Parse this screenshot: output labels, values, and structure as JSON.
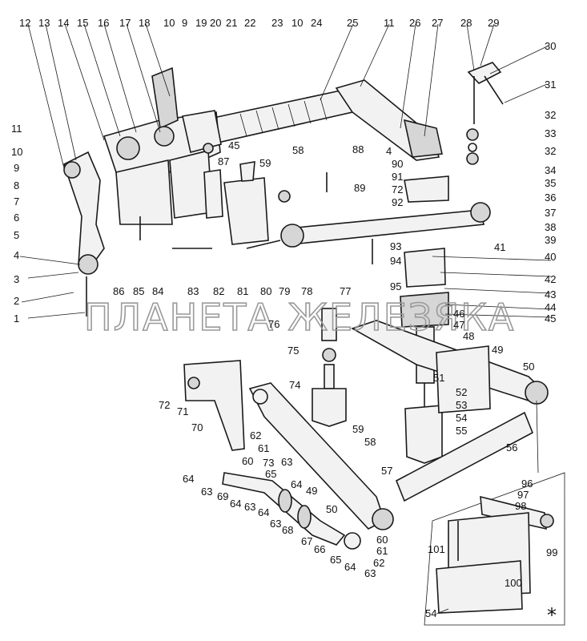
{
  "watermark": "ПЛАНЕТА ЖЕЛЕЗЯКА",
  "inset_marker": "*",
  "callouts": [
    "1",
    "2",
    "3",
    "4",
    "5",
    "6",
    "7",
    "8",
    "9",
    "10",
    "11",
    "12",
    "13",
    "14",
    "15",
    "16",
    "17",
    "18",
    "19",
    "20",
    "21",
    "22",
    "23",
    "24",
    "25",
    "26",
    "27",
    "28",
    "29",
    "30",
    "31",
    "32",
    "33",
    "34",
    "35",
    "36",
    "37",
    "38",
    "39",
    "40",
    "41",
    "42",
    "43",
    "44",
    "45",
    "46",
    "47",
    "48",
    "49",
    "50",
    "51",
    "52",
    "53",
    "54",
    "55",
    "56",
    "57",
    "58",
    "59",
    "60",
    "61",
    "62",
    "63",
    "64",
    "65",
    "66",
    "67",
    "68",
    "69",
    "70",
    "71",
    "72",
    "73",
    "74",
    "75",
    "76",
    "77",
    "78",
    "79",
    "80",
    "81",
    "82",
    "83",
    "84",
    "85",
    "86",
    "87",
    "88",
    "89",
    "90",
    "91",
    "92",
    "93",
    "94",
    "95",
    "96",
    "97",
    "98",
    "99",
    "100",
    "101"
  ]
}
